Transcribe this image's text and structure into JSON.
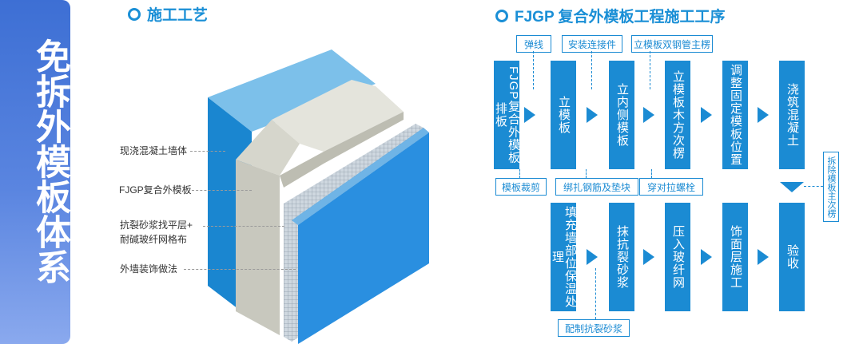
{
  "side_title": "免拆外模板体系",
  "section_left": {
    "title": "施工工艺"
  },
  "section_right": {
    "title": "FJGP 复合外模板工程施工工序"
  },
  "layers": [
    {
      "label": "现浇混凝土墙体"
    },
    {
      "label": "FJGP复合外模板"
    },
    {
      "label_line1": "抗裂砂浆找平层+",
      "label_line2": "耐碱玻纤网格布"
    },
    {
      "label": "外墙装饰做法"
    }
  ],
  "flow": {
    "row1": [
      "FJGP复合外模板排板",
      "立模板",
      "立内侧模板",
      "立模板木方次楞",
      "调整固定模板位置",
      "浇筑混凝土"
    ],
    "row2": [
      "填充墙部位保温处理",
      "抹抗裂砂浆",
      "压入玻纤网",
      "饰面层施工",
      "验收"
    ],
    "tags_top": [
      "弹线",
      "安装连接件",
      "立模板双钢管主楞"
    ],
    "tags_mid": [
      "模板裁剪",
      "绑扎钢筋及垫块",
      "穿对拉螺栓"
    ],
    "tag_side": "拆除模板主次楞",
    "tag_bottom": "配制抗裂砂浆"
  },
  "colors": {
    "accent": "#1b8bd3",
    "sidebar": "#4a78da",
    "panel": "#2a8fe0"
  }
}
